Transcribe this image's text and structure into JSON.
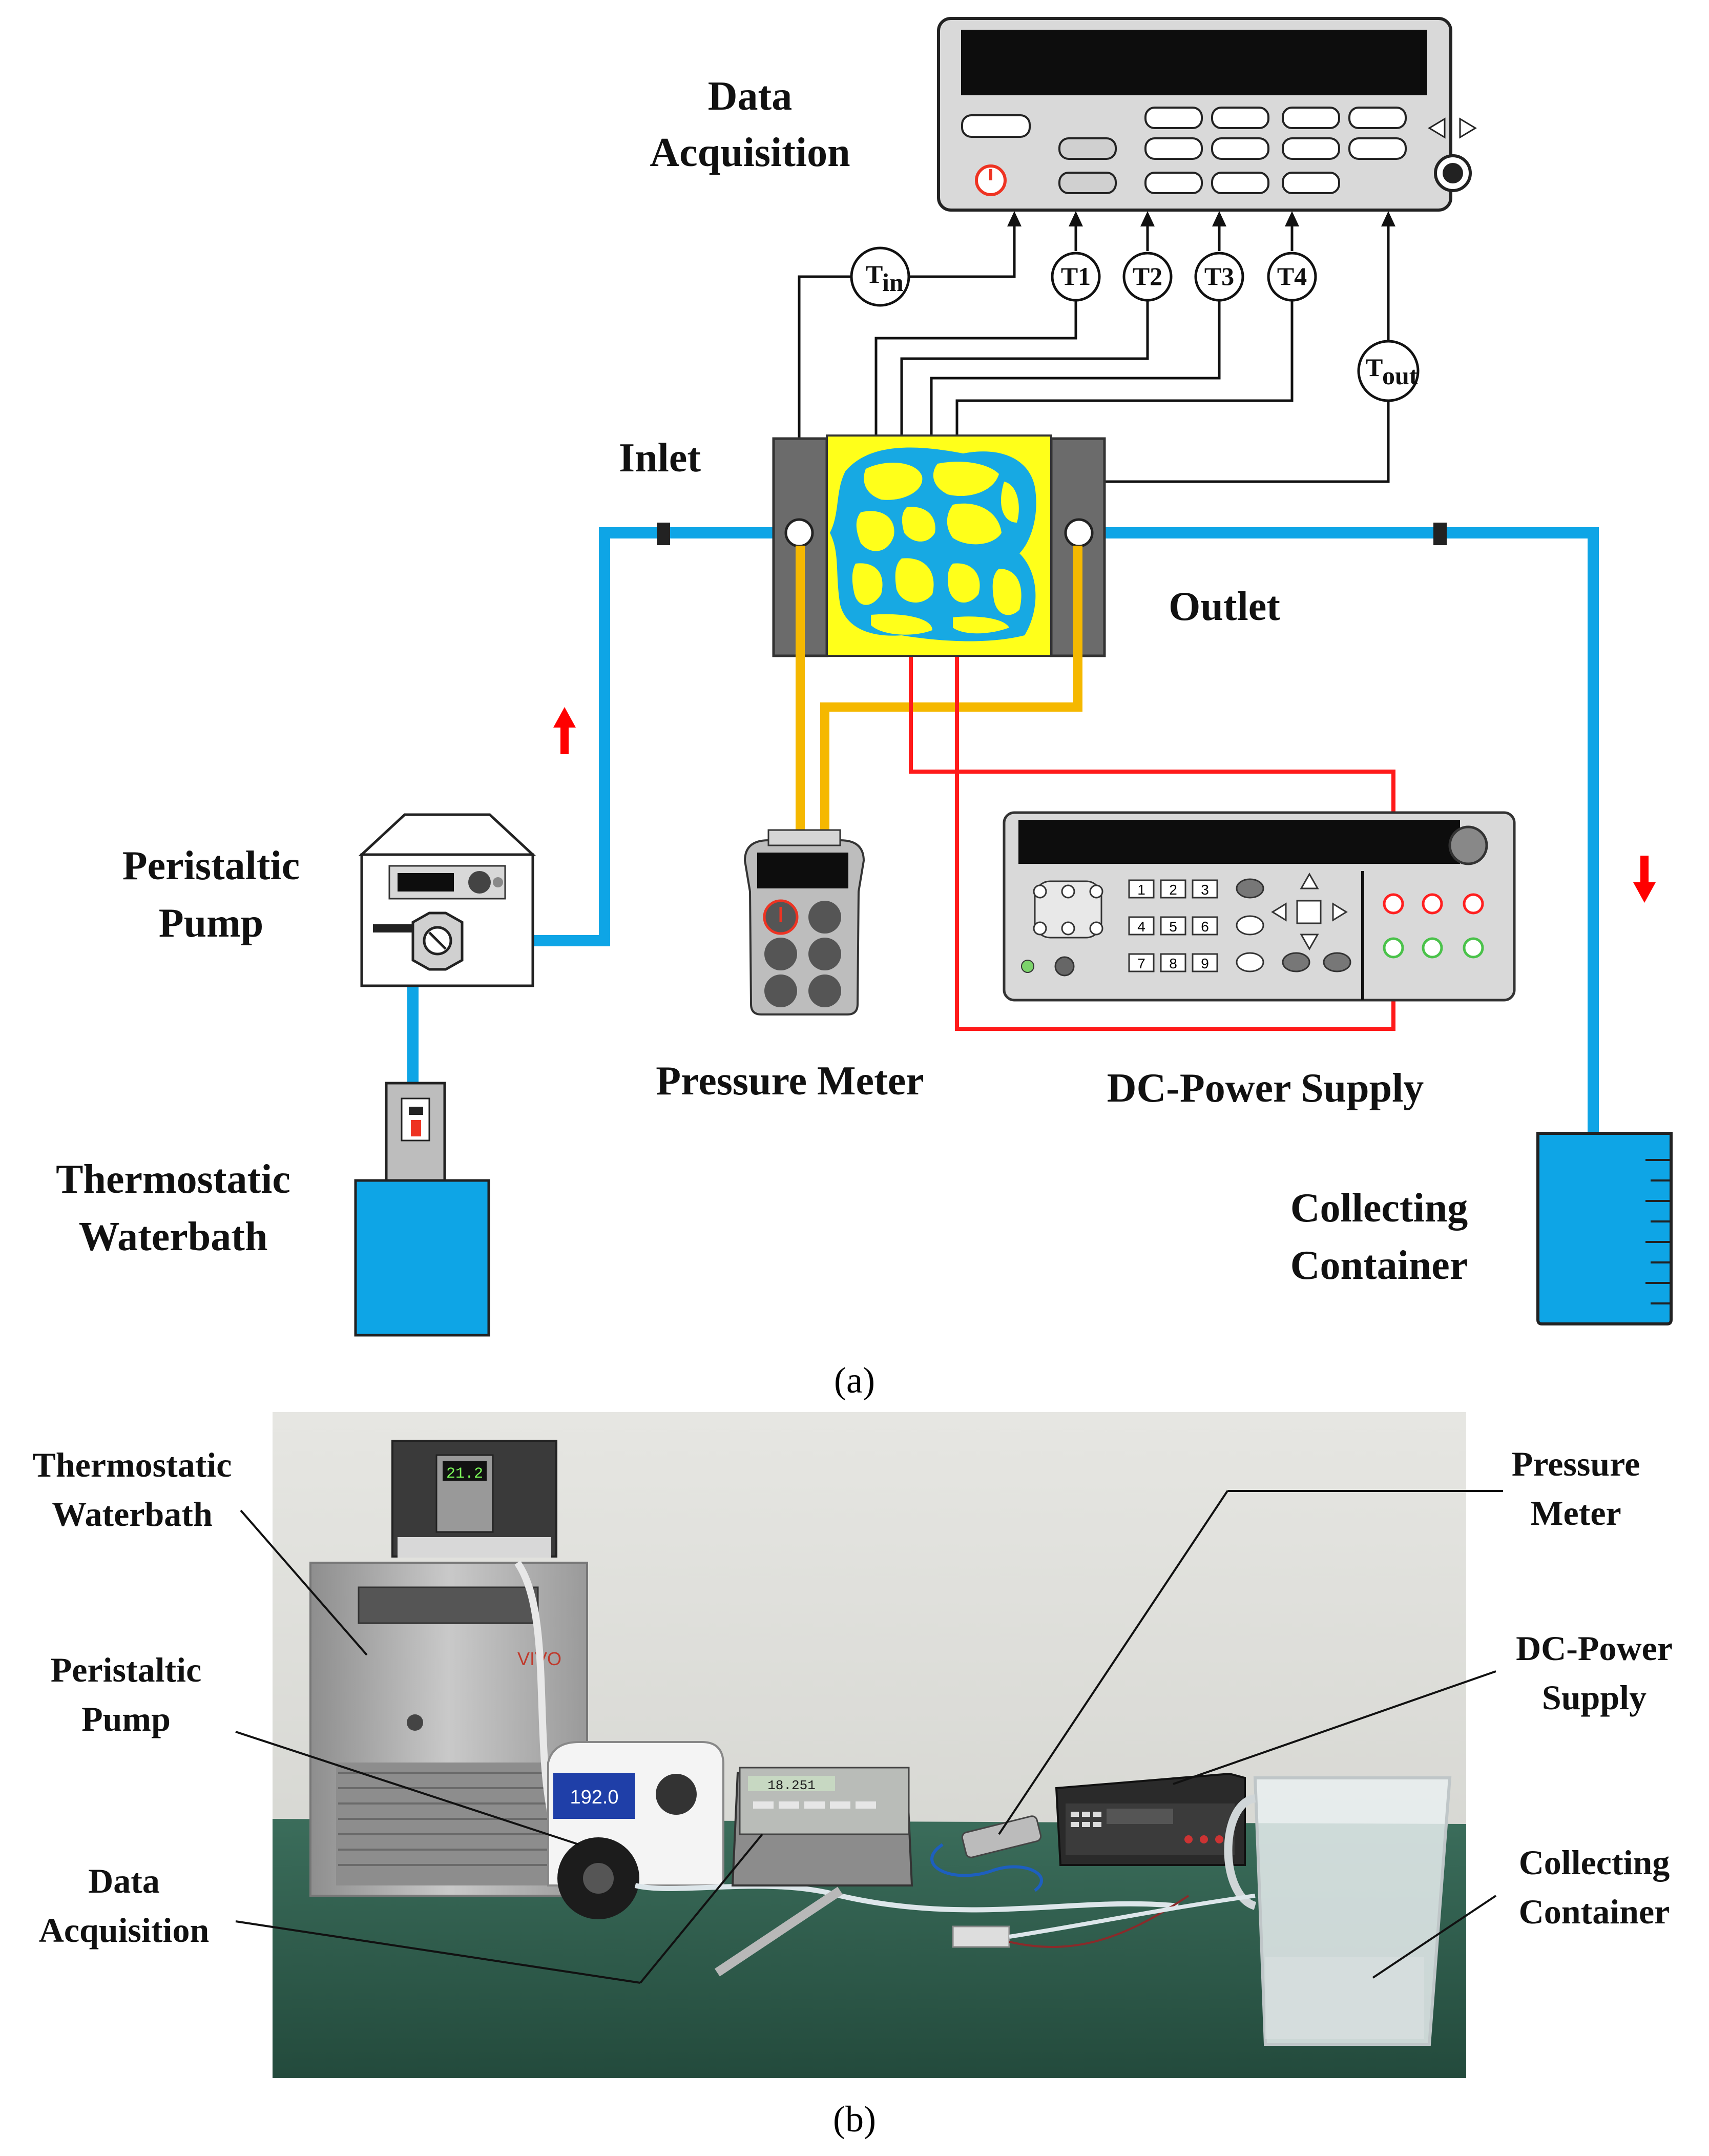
{
  "panel_a": {
    "labels": {
      "data_acquisition": [
        "Data",
        "Acquisition"
      ],
      "inlet": "Inlet",
      "outlet": "Outlet",
      "peristaltic_pump": [
        "Peristaltic",
        "Pump"
      ],
      "pressure_meter": "Pressure Meter",
      "dc_power_supply": "DC-Power Supply",
      "thermostatic_waterbath": [
        "Thermostatic",
        "Waterbath"
      ],
      "collecting_container": [
        "Collecting",
        "Container"
      ]
    },
    "sensors": {
      "t_in_main": "T",
      "t_in_sub": "in",
      "t1": "T1",
      "t2": "T2",
      "t3": "T3",
      "t4": "T4",
      "t_out_main": "T",
      "t_out_sub": "out"
    },
    "keypad": [
      "1",
      "2",
      "3",
      "4",
      "5",
      "6",
      "7",
      "8",
      "9"
    ],
    "caption": "(a)"
  },
  "panel_b": {
    "labels": {
      "thermostatic_waterbath": [
        "Thermostatic",
        "Waterbath"
      ],
      "peristaltic_pump": [
        "Peristaltic",
        "Pump"
      ],
      "data_acquisition": [
        "Data",
        "Acquisition"
      ],
      "pressure_meter": [
        "Pressure",
        "Meter"
      ],
      "dc_power_supply": [
        "DC-Power",
        "Supply"
      ],
      "collecting_container": [
        "Collecting",
        "Container"
      ]
    },
    "displays": {
      "waterbath": "21.2",
      "pump": "192.0",
      "daq": "18.251"
    },
    "brand": "VIVO",
    "caption": "(b)"
  },
  "colors": {
    "water_line": "#0ea5e6",
    "pressure_line": "#f5b800",
    "power_line": "#ff1a1a",
    "chip_yellow": "#ffff1a",
    "chip_channel": "#17a9e3",
    "arrow_red": "#ff0000",
    "bench_green": "#2f5e4d",
    "wall": "#dcdcd6"
  }
}
